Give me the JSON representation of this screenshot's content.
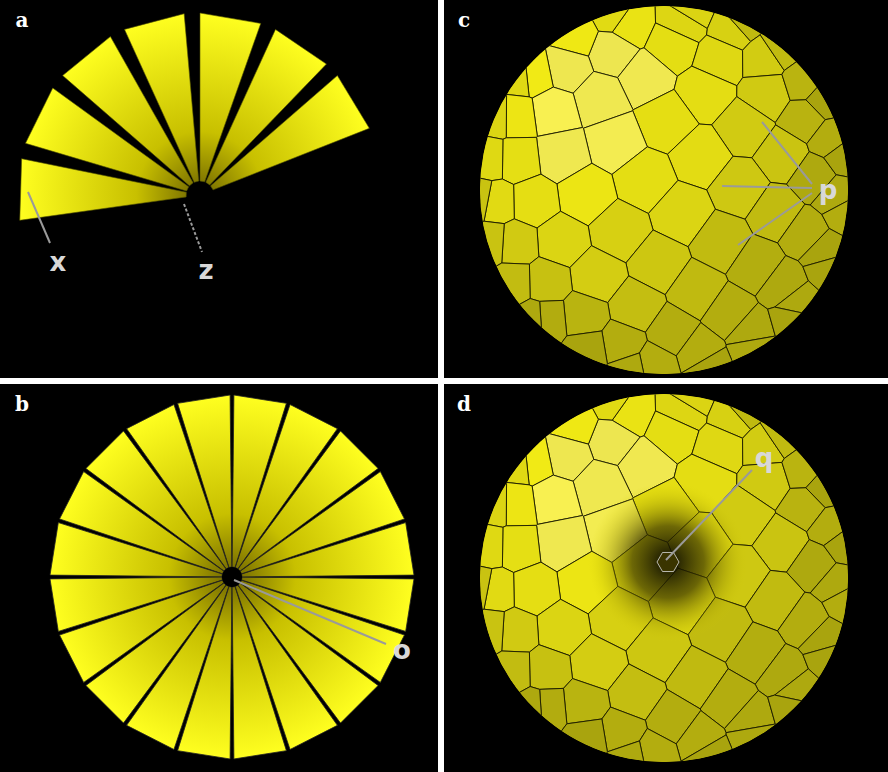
{
  "diagram": {
    "labels": [
      "a",
      "b",
      "c",
      "d",
      "x",
      "z",
      "o",
      "p",
      "q"
    ]
  }
}
